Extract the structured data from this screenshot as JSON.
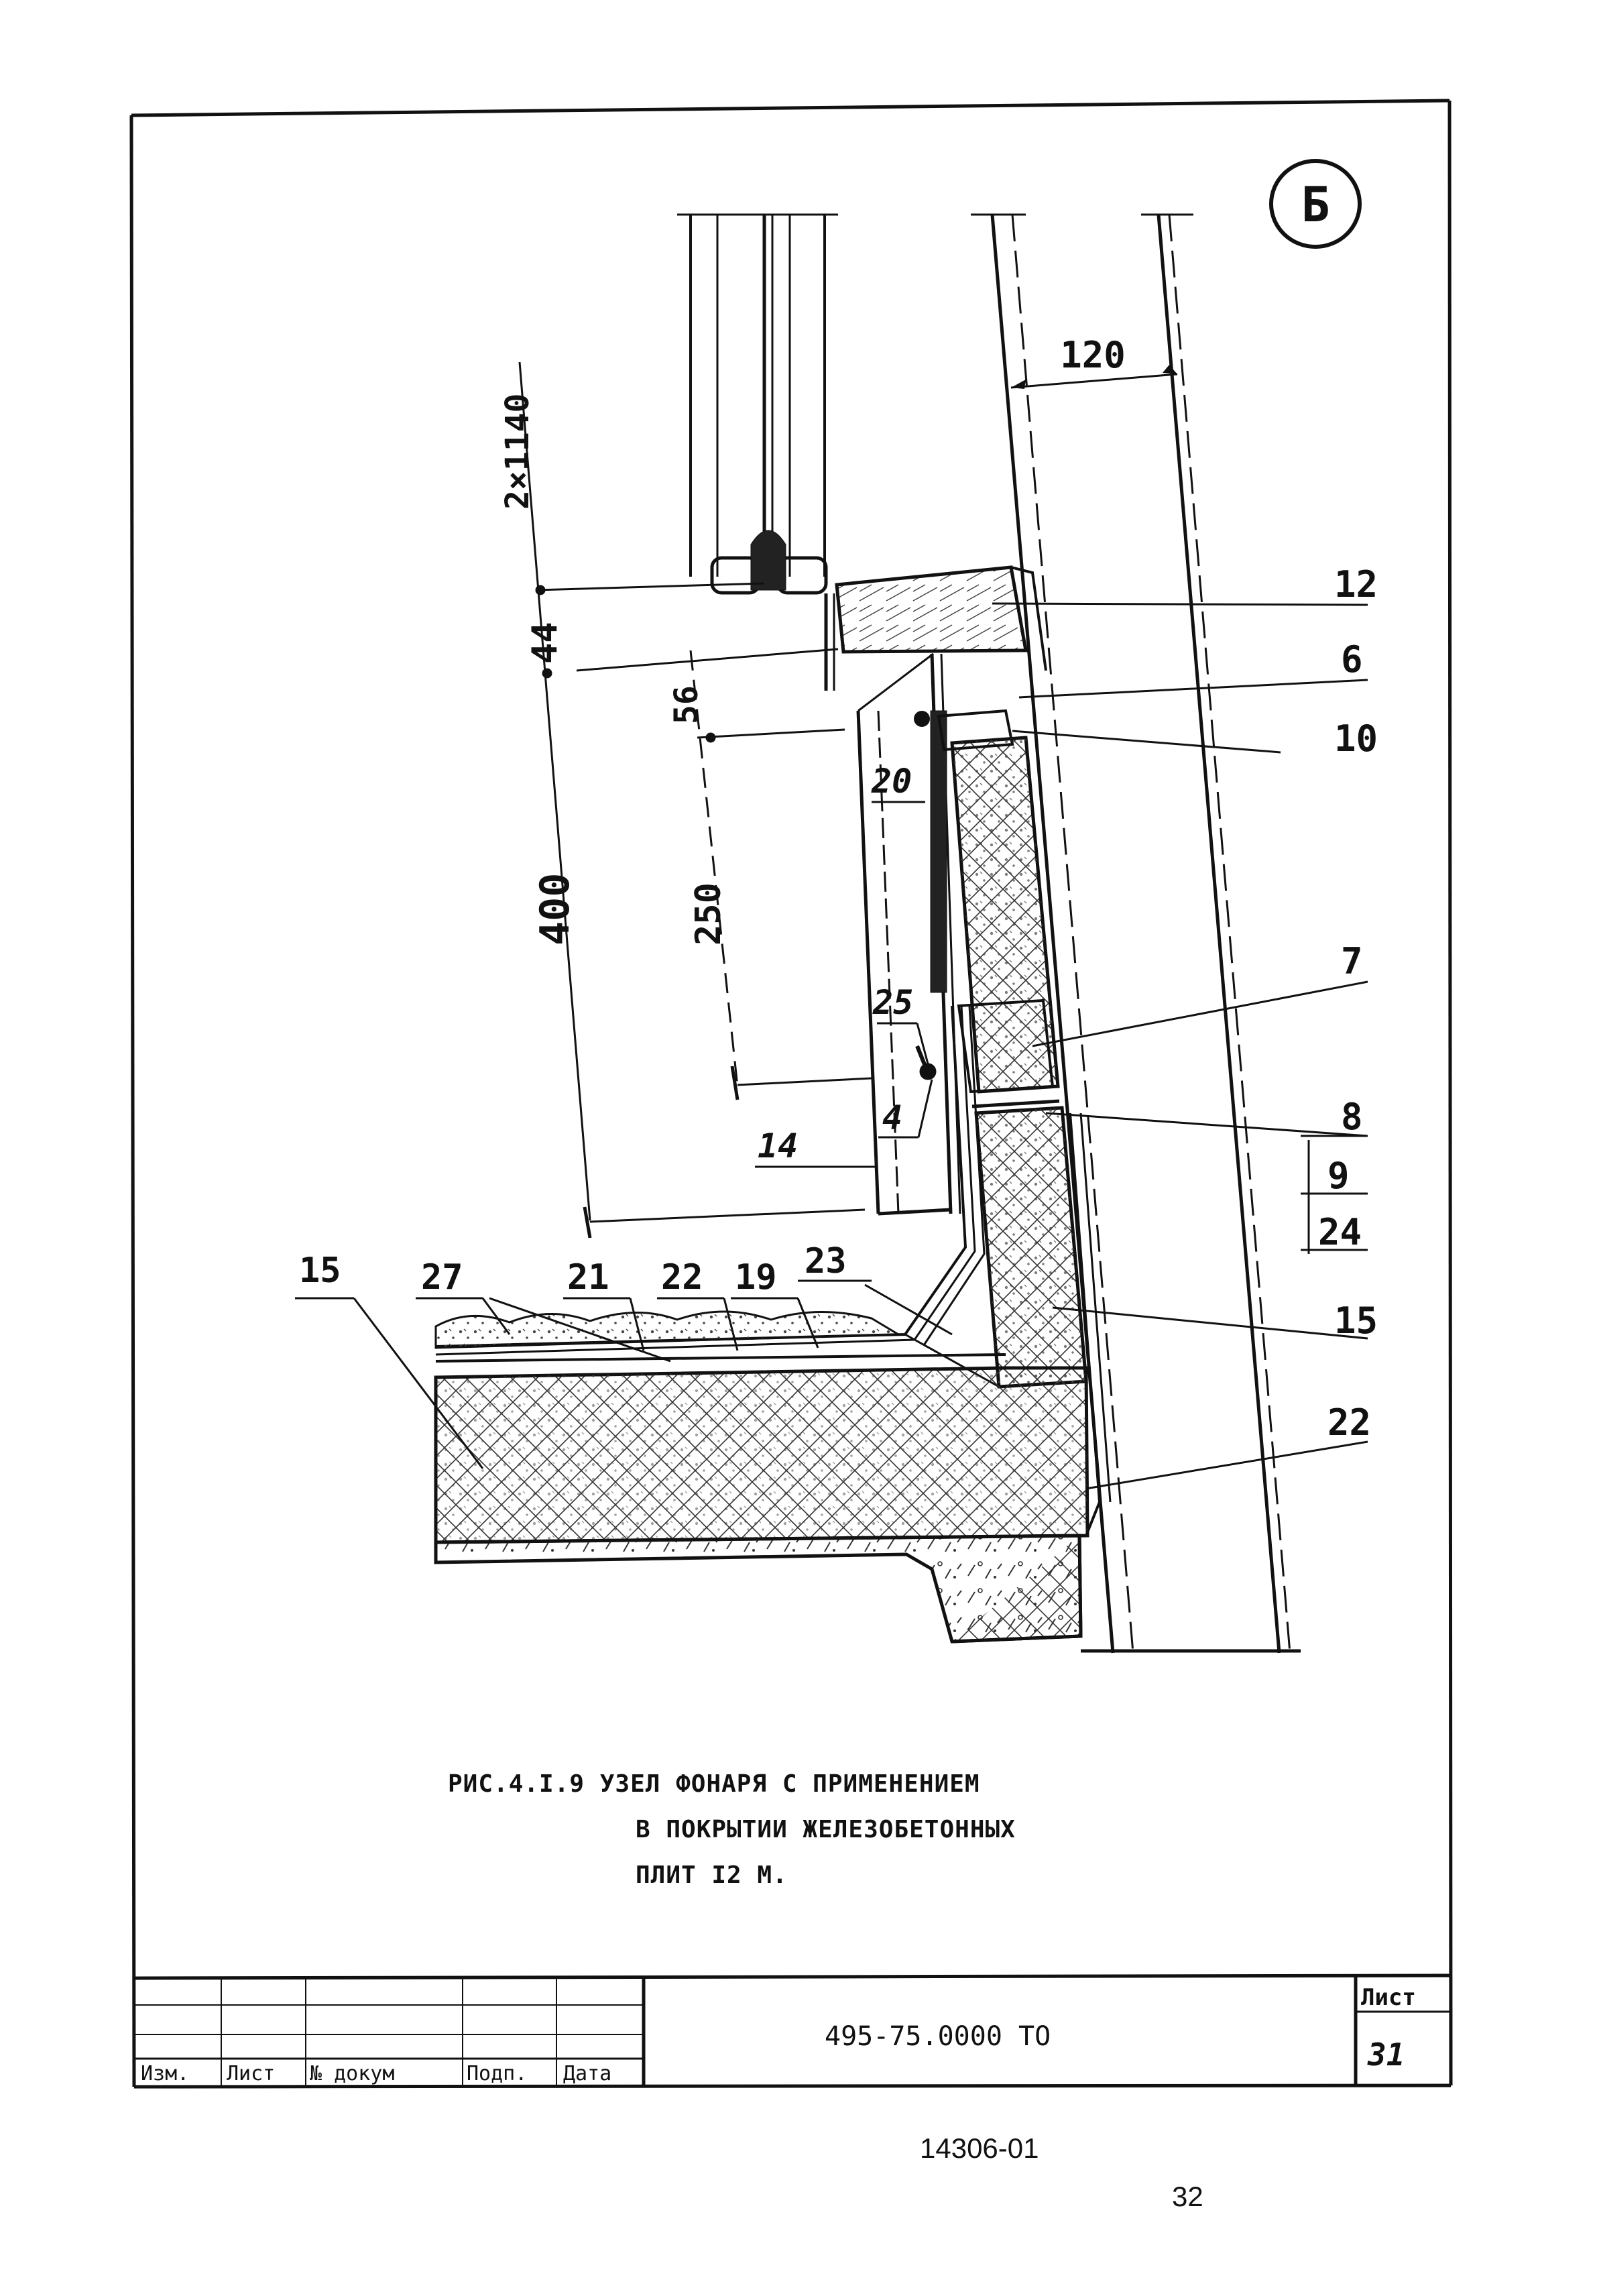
{
  "section_mark": "Б",
  "dimensions": {
    "d120": "120",
    "d2x1140": "2×1140",
    "d44": "44",
    "d56": "56",
    "d250": "250",
    "d400": "400"
  },
  "callouts_right": [
    "12",
    "6",
    "10",
    "7",
    "8",
    "9",
    "24",
    "15",
    "22"
  ],
  "callouts_left": [
    "20",
    "25",
    "4",
    "14"
  ],
  "callouts_roof": [
    "15",
    "27",
    "21",
    "22",
    "19",
    "23"
  ],
  "caption": {
    "line1": "РИС.4.I.9  УЗЕЛ ФОНАРЯ С ПРИМЕНЕНИЕМ",
    "line2": "В ПОКРЫТИИ ЖЕЛЕЗОБЕТОННЫХ",
    "line3": "ПЛИТ  I2 М."
  },
  "title_block": {
    "code": "495-75.0000 ТО",
    "sheet_label": "Лист",
    "sheet_no": "31",
    "headers": [
      "Изм.",
      "Лист",
      "№ докум",
      "Подп.",
      "Дата"
    ]
  },
  "footer": {
    "archive_no": "14306-01",
    "page_no": "32"
  }
}
